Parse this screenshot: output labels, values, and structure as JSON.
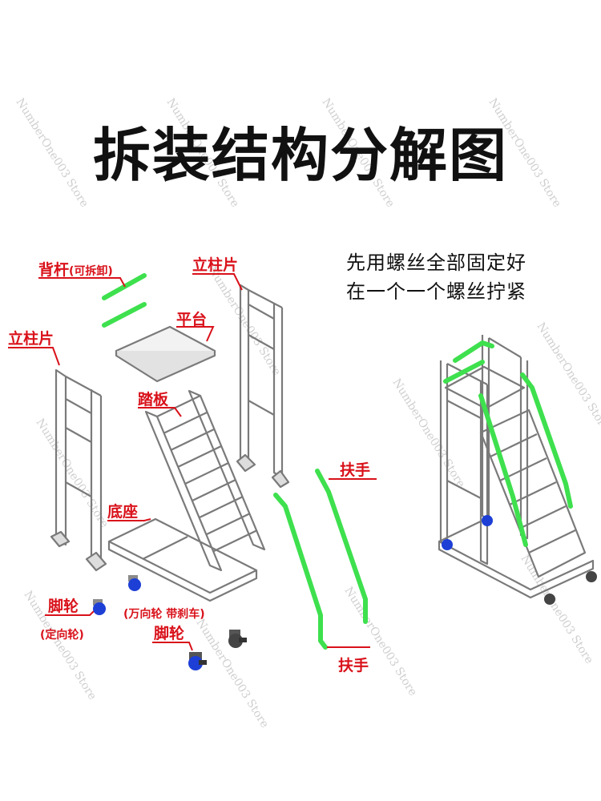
{
  "title": "拆装结构分解图",
  "note": {
    "line1": "先用螺丝全部固定好",
    "line2": "在一个一个螺丝拧紧"
  },
  "labels": {
    "back_bar": "背杆",
    "back_bar_note": "(可拆卸)",
    "pillar_right": "立柱片",
    "pillar_left": "立柱片",
    "platform": "平台",
    "tread": "踏板",
    "base": "底座",
    "handrail_top": "扶手",
    "handrail_bottom": "扶手",
    "caster_fixed": "脚轮",
    "caster_fixed_note": "(定向轮)",
    "caster_swivel_note": "(万向轮 带刹车)",
    "caster_swivel": "脚轮"
  },
  "watermark": "NumberOne003 Store",
  "colors": {
    "frame": "#7a7a7a",
    "highlight": "#3ee04e",
    "label": "#d9111a",
    "wheel": "#1d3fd6"
  }
}
